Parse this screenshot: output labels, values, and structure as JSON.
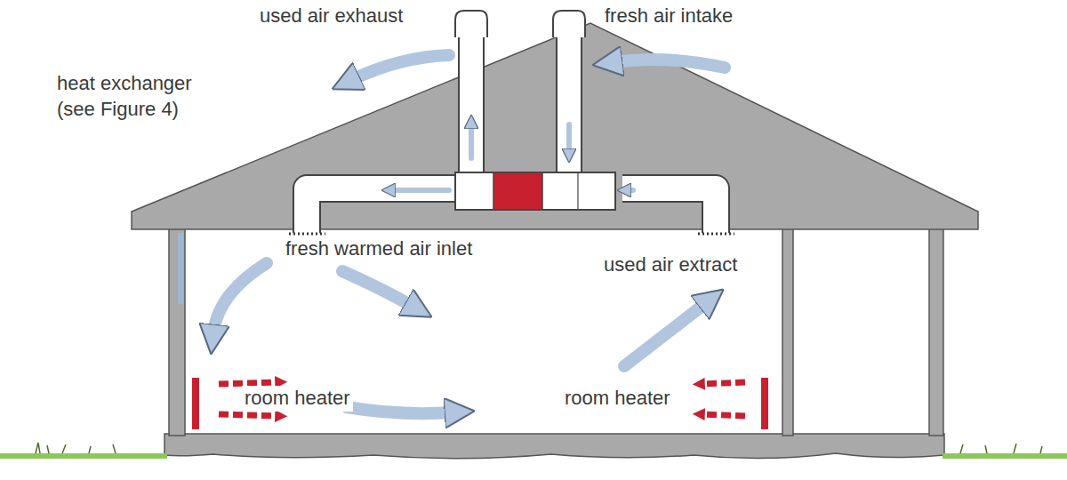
{
  "diagram": {
    "labels": [
      "used air exhaust",
      "fresh air intake",
      "heat exchanger (see Figure 4)",
      "fresh warmed air inlet",
      "used air extract",
      "room heater",
      "room heater"
    ]
  }
}
